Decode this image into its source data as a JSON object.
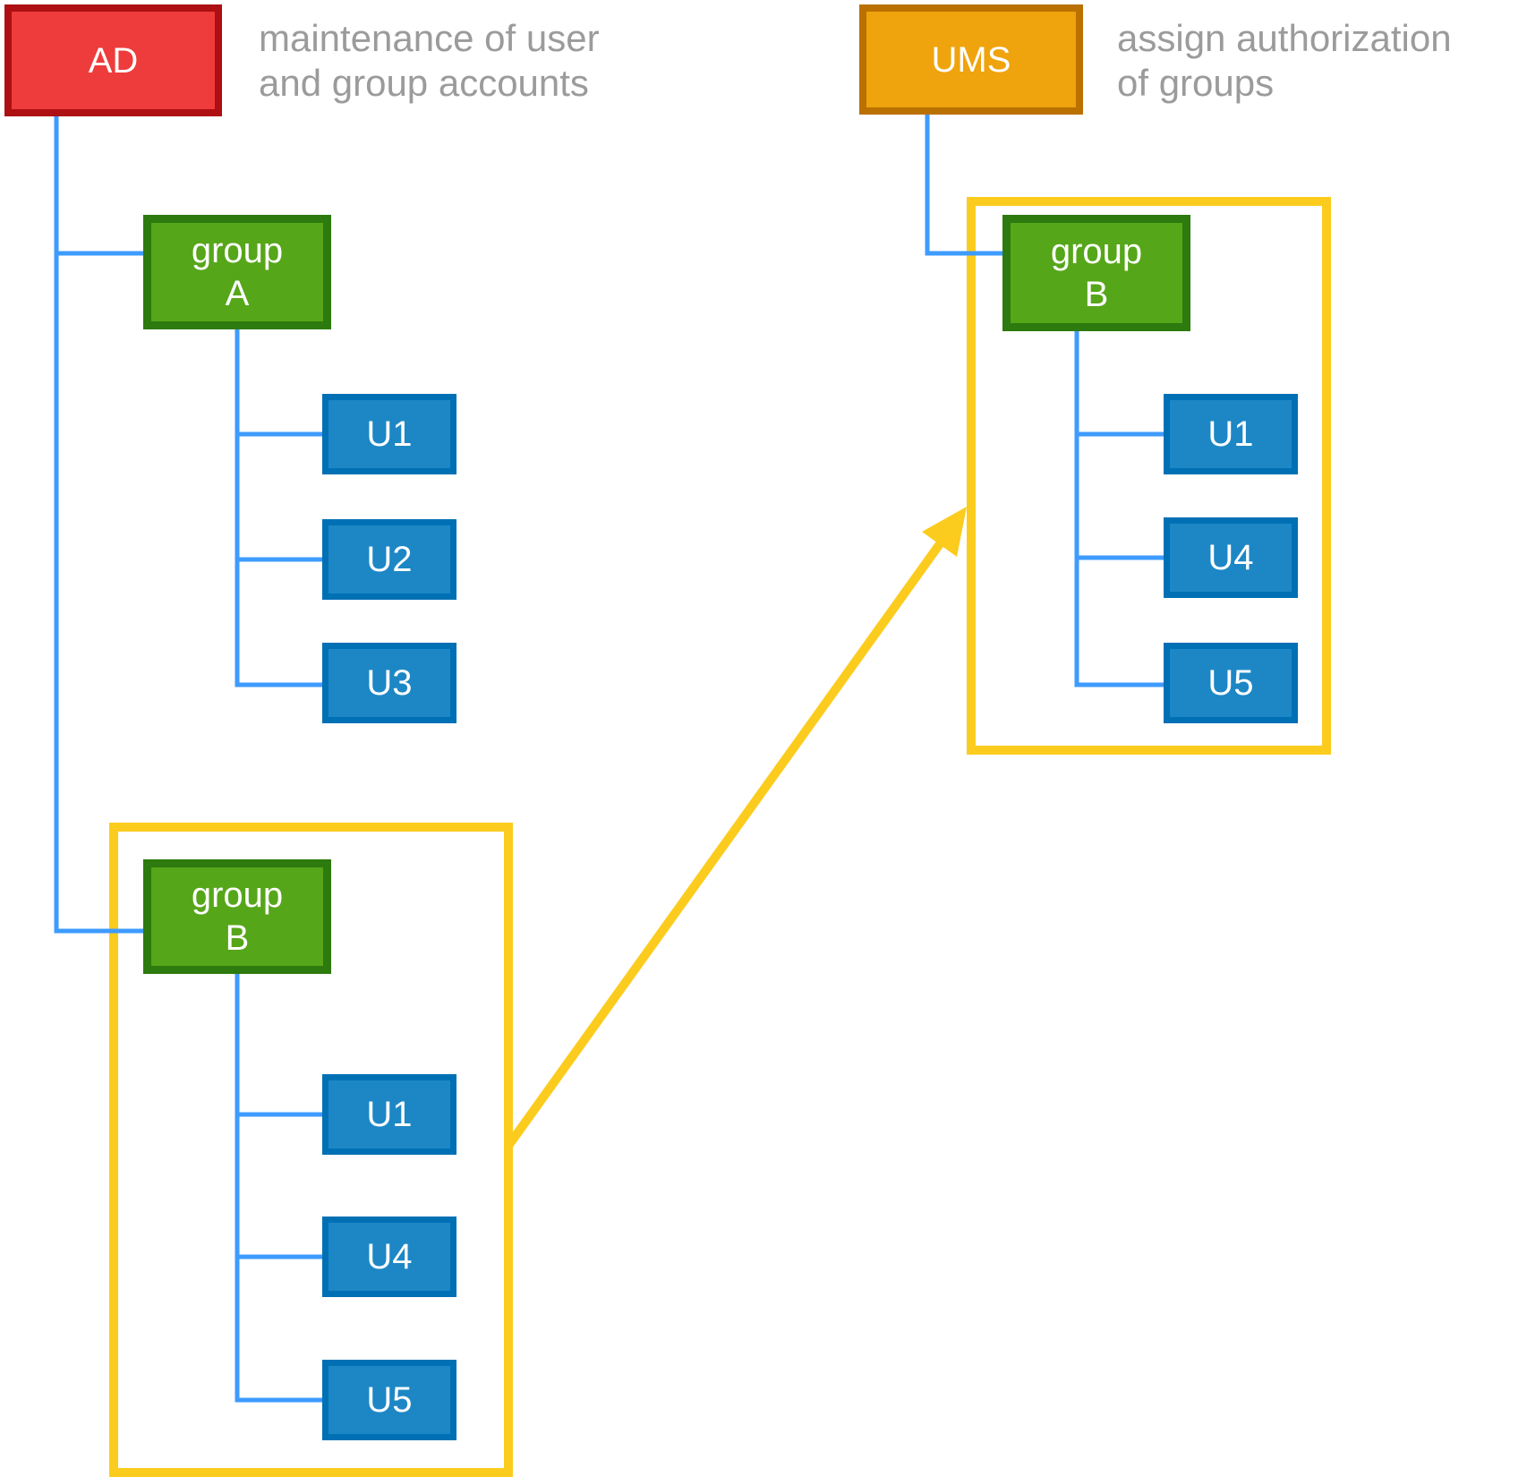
{
  "legend": {
    "ad_note": "maintenance of user\nand group accounts",
    "ums_note": "assign authorization\nof groups"
  },
  "systems": {
    "ad": {
      "label": "AD"
    },
    "ums": {
      "label": "UMS"
    }
  },
  "trees": [
    {
      "owner": "AD",
      "group_label": "group\nA",
      "users": [
        "U1",
        "U2",
        "U3"
      ],
      "framed": false
    },
    {
      "owner": "AD",
      "group_label": "group\nB",
      "users": [
        "U1",
        "U4",
        "U5"
      ],
      "framed": true
    },
    {
      "owner": "UMS",
      "group_label": "group\nB",
      "users": [
        "U1",
        "U4",
        "U5"
      ],
      "framed": true
    }
  ],
  "colors": {
    "ad_fill": "#ee3b3b",
    "ad_border": "#ad0f12",
    "ums_fill": "#efa30c",
    "ums_border": "#ba7100",
    "group_fill": "#56a619",
    "group_border": "#2d7a0f",
    "user_fill": "#1d87c5",
    "user_border": "#0070b5",
    "connector_blue": "#3e9bff",
    "frame_yellow": "#fbcc1e",
    "note_gray": "#9b9b9b",
    "label_white": "#ffffff"
  }
}
